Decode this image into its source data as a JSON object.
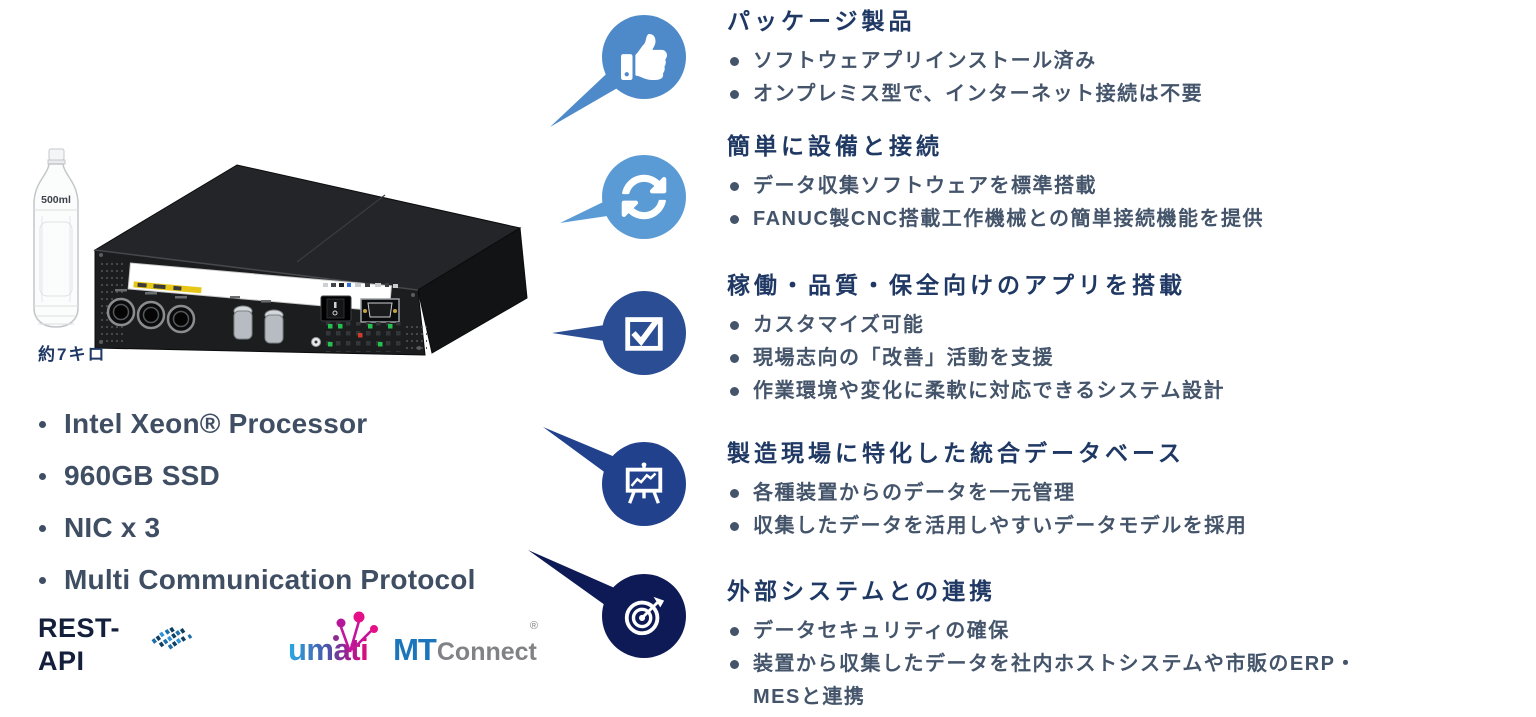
{
  "slide": {
    "background": "#ffffff",
    "colors": {
      "feature_title": "#1f3864",
      "feature_body": "#44546a",
      "spec_text": "#3f4e63",
      "rest_api_text": "#141f3c",
      "icon_glyph": "#ffffff",
      "mtconnect_blue": "#1b75bb",
      "mtconnect_gray": "#808285"
    },
    "hardware": {
      "bottle_label": "500ml",
      "weight_note": "約7キロ",
      "specs": [
        "Intel Xeon® Processor",
        "960GB SSD",
        "NIC x 3",
        "Multi Communication Protocol"
      ],
      "protocols": {
        "rest_api_line1": "REST-",
        "rest_api_line2": "API",
        "umati": "umati",
        "mtconnect_mt": "MT",
        "mtconnect_connect": "Connect",
        "mtconnect_reg": "®"
      }
    },
    "features": [
      {
        "icon": "thumbs-up-icon",
        "circle_color": "#4e8ac9",
        "title": "パッケージ製品",
        "bullets": [
          "ソフトウェアプリインストール済み",
          "オンプレミス型で、インターネット接続は不要"
        ]
      },
      {
        "icon": "sync-icon",
        "circle_color": "#5b9bd5",
        "title": "簡単に設備と接続",
        "bullets": [
          "データ収集ソフトウェアを標準搭載",
          "FANUC製CNC搭載工作機械との簡単接続機能を提供"
        ]
      },
      {
        "icon": "checkbox-icon",
        "circle_color": "#2a4d93",
        "title": "稼働・品質・保全向けのアプリを搭載",
        "bullets": [
          "カスタマイズ可能",
          "現場志向の「改善」活動を支援",
          "作業環境や変化に柔軟に対応できるシステム設計"
        ]
      },
      {
        "icon": "presentation-chart-icon",
        "circle_color": "#21418c",
        "title": "製造現場に特化した統合データベース",
        "bullets": [
          "各種装置からのデータを一元管理",
          "収集したデータを活用しやすいデータモデルを採用"
        ]
      },
      {
        "icon": "target-icon",
        "circle_color": "#0e1a56",
        "title": "外部システムとの連携",
        "bullets": [
          "データセキュリティの確保",
          "装置から収集したデータを社内ホストシステムや市販のERP・MESと連携"
        ]
      }
    ]
  }
}
